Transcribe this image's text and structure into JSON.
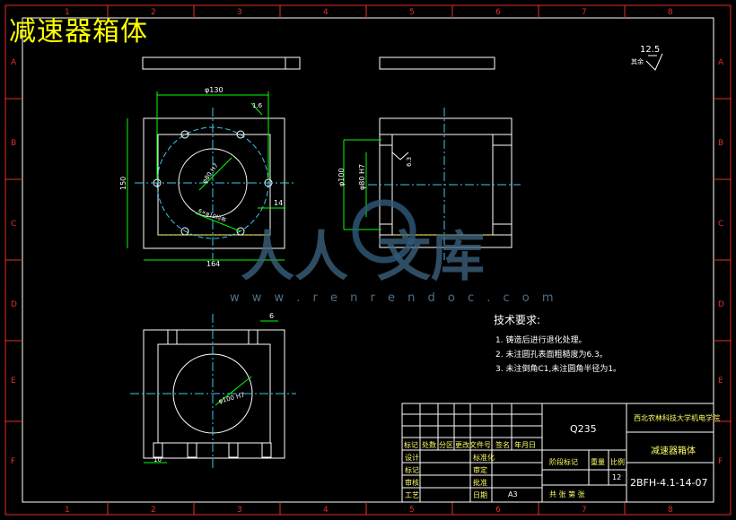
{
  "title": "减速器箱体",
  "frame": {
    "col_labels": [
      "1",
      "2",
      "3",
      "4",
      "5",
      "6",
      "7",
      "8"
    ],
    "row_labels": [
      "A",
      "B",
      "C",
      "D",
      "E",
      "F"
    ]
  },
  "roughness": {
    "value": "12.5",
    "label": "其余"
  },
  "dims": {
    "front_phi130": "φ130",
    "front_phi80": "φ80 H7",
    "front_holes": "6×φ10均布",
    "front_150": "150",
    "front_164": "164",
    "front_14": "14",
    "front_16": "1.6",
    "side_phi100": "φ100",
    "side_phi80": "φ80 H7",
    "side_63": "6.3",
    "bottom_6": "6",
    "bottom_phi100": "φ100 H7",
    "bottom_10": "10"
  },
  "watermark": {
    "text_left": "人人",
    "text_right": "文库",
    "url": "w w w . r e n r e n d o c . c o m"
  },
  "tech": {
    "heading": "技术要求:",
    "items": [
      "1. 铸造后进行退化处理。",
      "2. 未注圆孔表面粗糙度为6.3。",
      "3. 未注倒角C1,未注圆角半径为1。"
    ]
  },
  "title_block": {
    "material": "Q235",
    "school": "西北农林科技大学机电学院",
    "part_name": "减速器箱体",
    "drawing_no": "2BFH-4.1-14-07",
    "header_cells": [
      "标记",
      "处数",
      "分区",
      "更改文件号",
      "签名",
      "年月日"
    ],
    "left_rows": [
      "设计",
      "标记",
      "审核",
      "工艺"
    ],
    "mid_rows": [
      "标准化",
      "审定",
      "批准",
      "日期"
    ],
    "stage": "阶段标记",
    "weight": "重量",
    "scale": "比例",
    "scale_val": "12",
    "sheets": "共   张   第   张",
    "paper": "A3"
  }
}
